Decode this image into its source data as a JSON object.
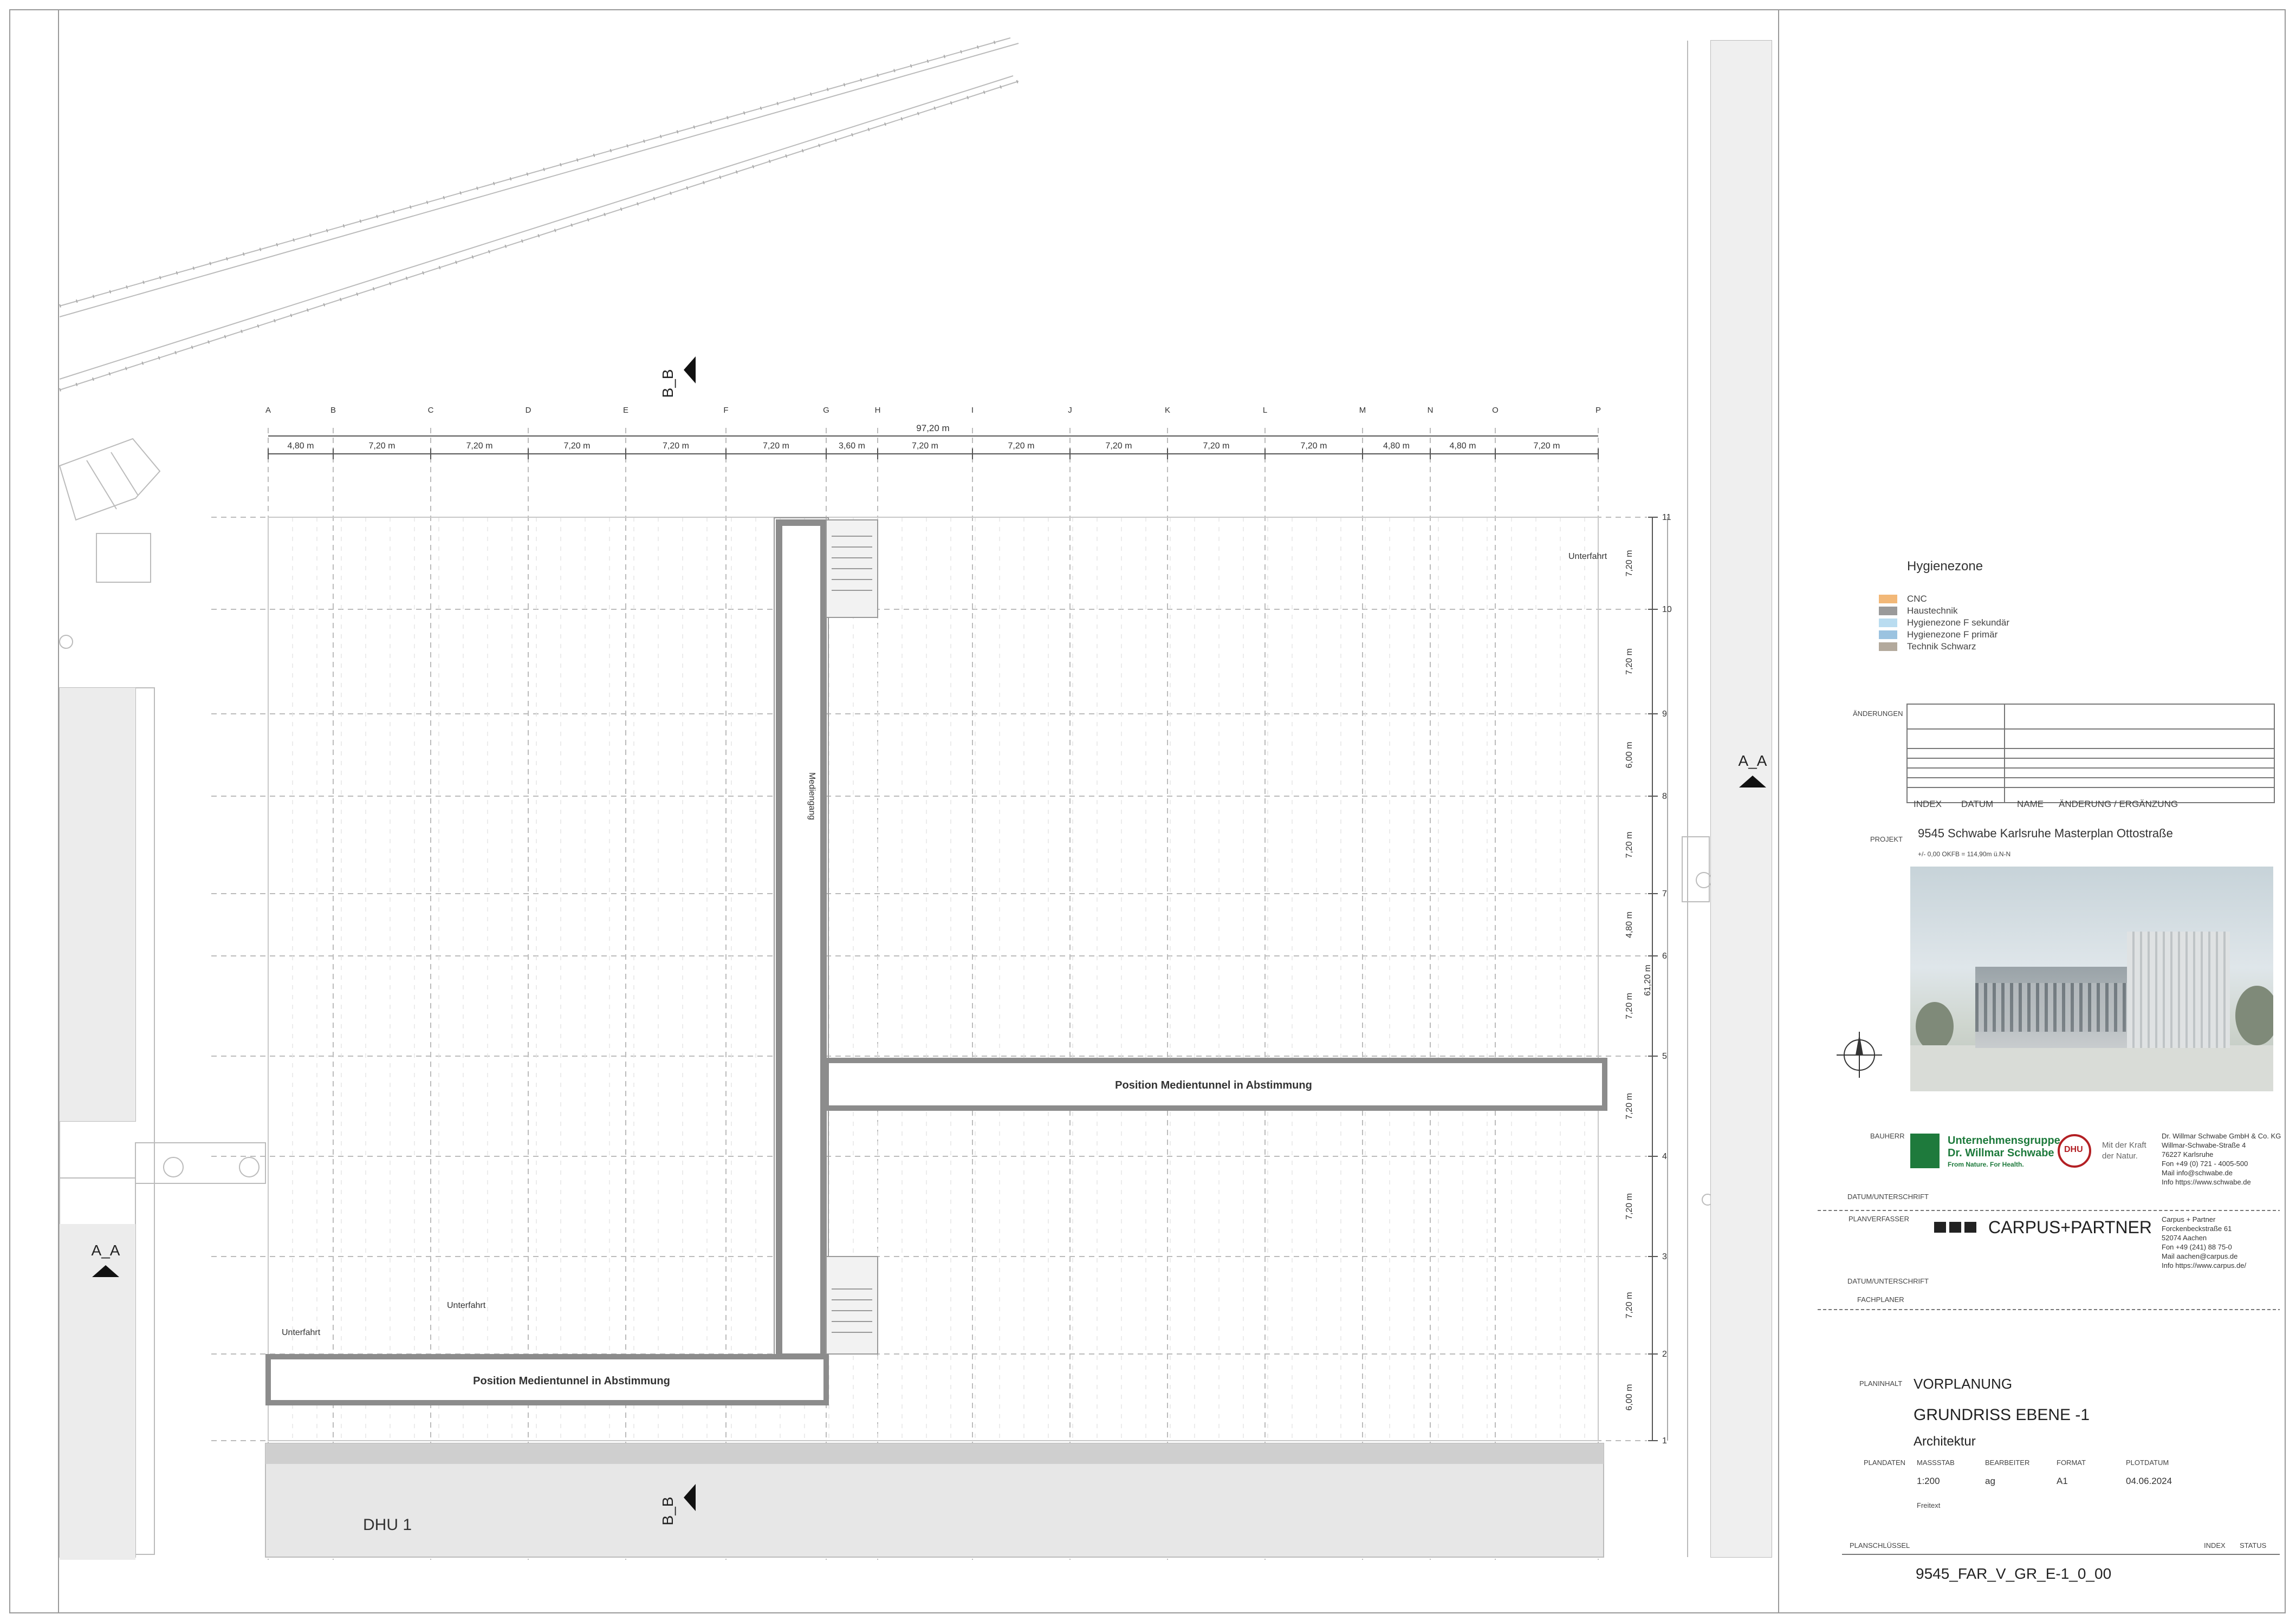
{
  "drawing": {
    "axes_x": [
      "A",
      "B",
      "C",
      "D",
      "E",
      "F",
      "G",
      "H",
      "I",
      "J",
      "K",
      "L",
      "M",
      "N",
      "O",
      "P"
    ],
    "axes_y": [
      "11",
      "10",
      "9",
      "8",
      "7",
      "6",
      "5",
      "4",
      "3",
      "2",
      "1"
    ],
    "dims_x_total": "97,20 m",
    "dims_x": [
      "4,80 m",
      "7,20 m",
      "7,20 m",
      "7,20 m",
      "7,20 m",
      "7,20 m",
      "3,60 m",
      "7,20 m",
      "7,20 m",
      "7,20 m",
      "7,20 m",
      "7,20 m",
      "4,80 m",
      "4,80 m",
      "7,20 m"
    ],
    "dims_y": [
      "7,20 m",
      "7,20 m",
      "6,00 m",
      "7,20 m",
      "4,80 m",
      "7,20 m",
      "7,20 m",
      "7,20 m",
      "7,20 m",
      "6,00 m"
    ],
    "dims_y_total": "61,20 m",
    "section_bb": "B_B",
    "section_aa": "A_A",
    "label_unterfahrt": "Unterfahrt",
    "label_mediengang": "Mediengang",
    "label_tunnel": "Position Medientunnel in Abstimmung",
    "label_dhu": "DHU 1"
  },
  "legend": {
    "title": "Hygienezone",
    "items": [
      {
        "label": "CNC",
        "color": "#f2b878"
      },
      {
        "label": "Haustechnik",
        "color": "#9a9a9a"
      },
      {
        "label": "Hygienezone F sekundär",
        "color": "#b9dcf0"
      },
      {
        "label": "Hygienezone F primär",
        "color": "#9bc3e0"
      },
      {
        "label": "Technik Schwarz",
        "color": "#b3a99c"
      }
    ]
  },
  "titleblock": {
    "aenderungen": "ÄNDERUNGEN",
    "col_index": "INDEX",
    "col_datum": "DATUM",
    "col_name": "NAME",
    "col_aenderung": "ÄNDERUNG / ERGÄNZUNG",
    "projekt_label": "PROJEKT",
    "projekt": "9545 Schwabe Karlsruhe Masterplan Ottostraße",
    "hoehe": "+/- 0,00 OKFB = 114,90m ü.N-N",
    "bauherr_label": "BAUHERR",
    "bauherr_logo_line1": "Unternehmensgruppe",
    "bauherr_logo_line2": "Dr. Willmar Schwabe",
    "bauherr_logo_tag": "From Nature. For Health.",
    "dhu_mark": "DHU",
    "dhu_claim1": "Mit der Kraft",
    "dhu_claim2": "der Natur.",
    "bauherr_addr": [
      "Dr. Willmar Schwabe GmbH & Co. KG",
      "Willmar-Schwabe-Straße 4",
      "76227 Karlsruhe",
      "Fon +49 (0) 721 - 4005-500",
      "Mail info@schwabe.de",
      "Info https://www.schwabe.de"
    ],
    "datum_unterschrift": "DATUM/UNTERSCHRIFT",
    "planverfasser_label": "PLANVERFASSER",
    "planverfasser": "CARPUS+PARTNER",
    "planverfasser_addr": [
      "Carpus + Partner",
      "Forckenbeckstraße 61",
      "52074 Aachen",
      "Fon +49 (241) 88 75-0",
      "Mail aachen@carpus.de",
      "Info https://www.carpus.de/"
    ],
    "fachplaner_label": "FACHPLANER",
    "planinhalt_label": "PLANINHALT",
    "phase": "VORPLANUNG",
    "plantitle": "GRUNDRISS EBENE -1",
    "discipline": "Architektur",
    "plandaten_label": "PLANDATEN",
    "massstab_label": "MASSSTAB",
    "bearbeiter_label": "BEARBEITER",
    "format_label": "FORMAT",
    "plotdatum_label": "PLOTDATUM",
    "massstab": "1:200",
    "bearbeiter": "ag",
    "format": "A1",
    "plotdatum": "04.06.2024",
    "status_text": "Freitext",
    "planschluessel_label": "PLANSCHLÜSSEL",
    "index_label": "INDEX",
    "status_label": "STATUS",
    "planschluessel": "9545_FAR_V_GR_E-1_0_00"
  }
}
